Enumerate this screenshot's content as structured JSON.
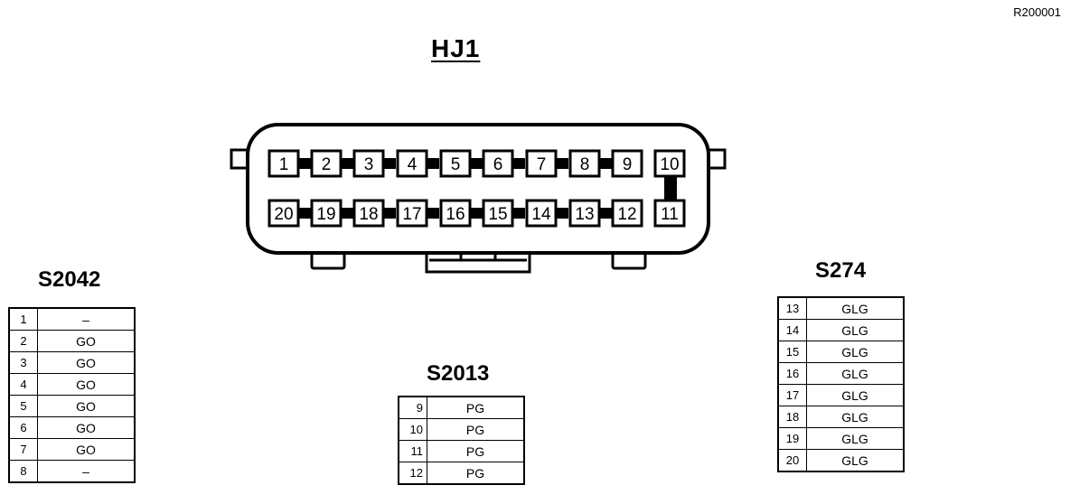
{
  "reference": "R200001",
  "connector": {
    "name": "HJ1",
    "top_row": [
      "1",
      "2",
      "3",
      "4",
      "5",
      "6",
      "7",
      "8",
      "9",
      "10"
    ],
    "bottom_row": [
      "20",
      "19",
      "18",
      "17",
      "16",
      "15",
      "14",
      "13",
      "12",
      "11"
    ]
  },
  "splices": [
    {
      "name": "S2042",
      "rows": [
        {
          "pin": "1",
          "wire": "–"
        },
        {
          "pin": "2",
          "wire": "GO"
        },
        {
          "pin": "3",
          "wire": "GO"
        },
        {
          "pin": "4",
          "wire": "GO"
        },
        {
          "pin": "5",
          "wire": "GO"
        },
        {
          "pin": "6",
          "wire": "GO"
        },
        {
          "pin": "7",
          "wire": "GO"
        },
        {
          "pin": "8",
          "wire": "–"
        }
      ]
    },
    {
      "name": "S2013",
      "rows": [
        {
          "pin": "9",
          "wire": "PG"
        },
        {
          "pin": "10",
          "wire": "PG"
        },
        {
          "pin": "11",
          "wire": "PG"
        },
        {
          "pin": "12",
          "wire": "PG"
        }
      ]
    },
    {
      "name": "S274",
      "rows": [
        {
          "pin": "13",
          "wire": "GLG"
        },
        {
          "pin": "14",
          "wire": "GLG"
        },
        {
          "pin": "15",
          "wire": "GLG"
        },
        {
          "pin": "16",
          "wire": "GLG"
        },
        {
          "pin": "17",
          "wire": "GLG"
        },
        {
          "pin": "18",
          "wire": "GLG"
        },
        {
          "pin": "19",
          "wire": "GLG"
        },
        {
          "pin": "20",
          "wire": "GLG"
        }
      ]
    }
  ]
}
